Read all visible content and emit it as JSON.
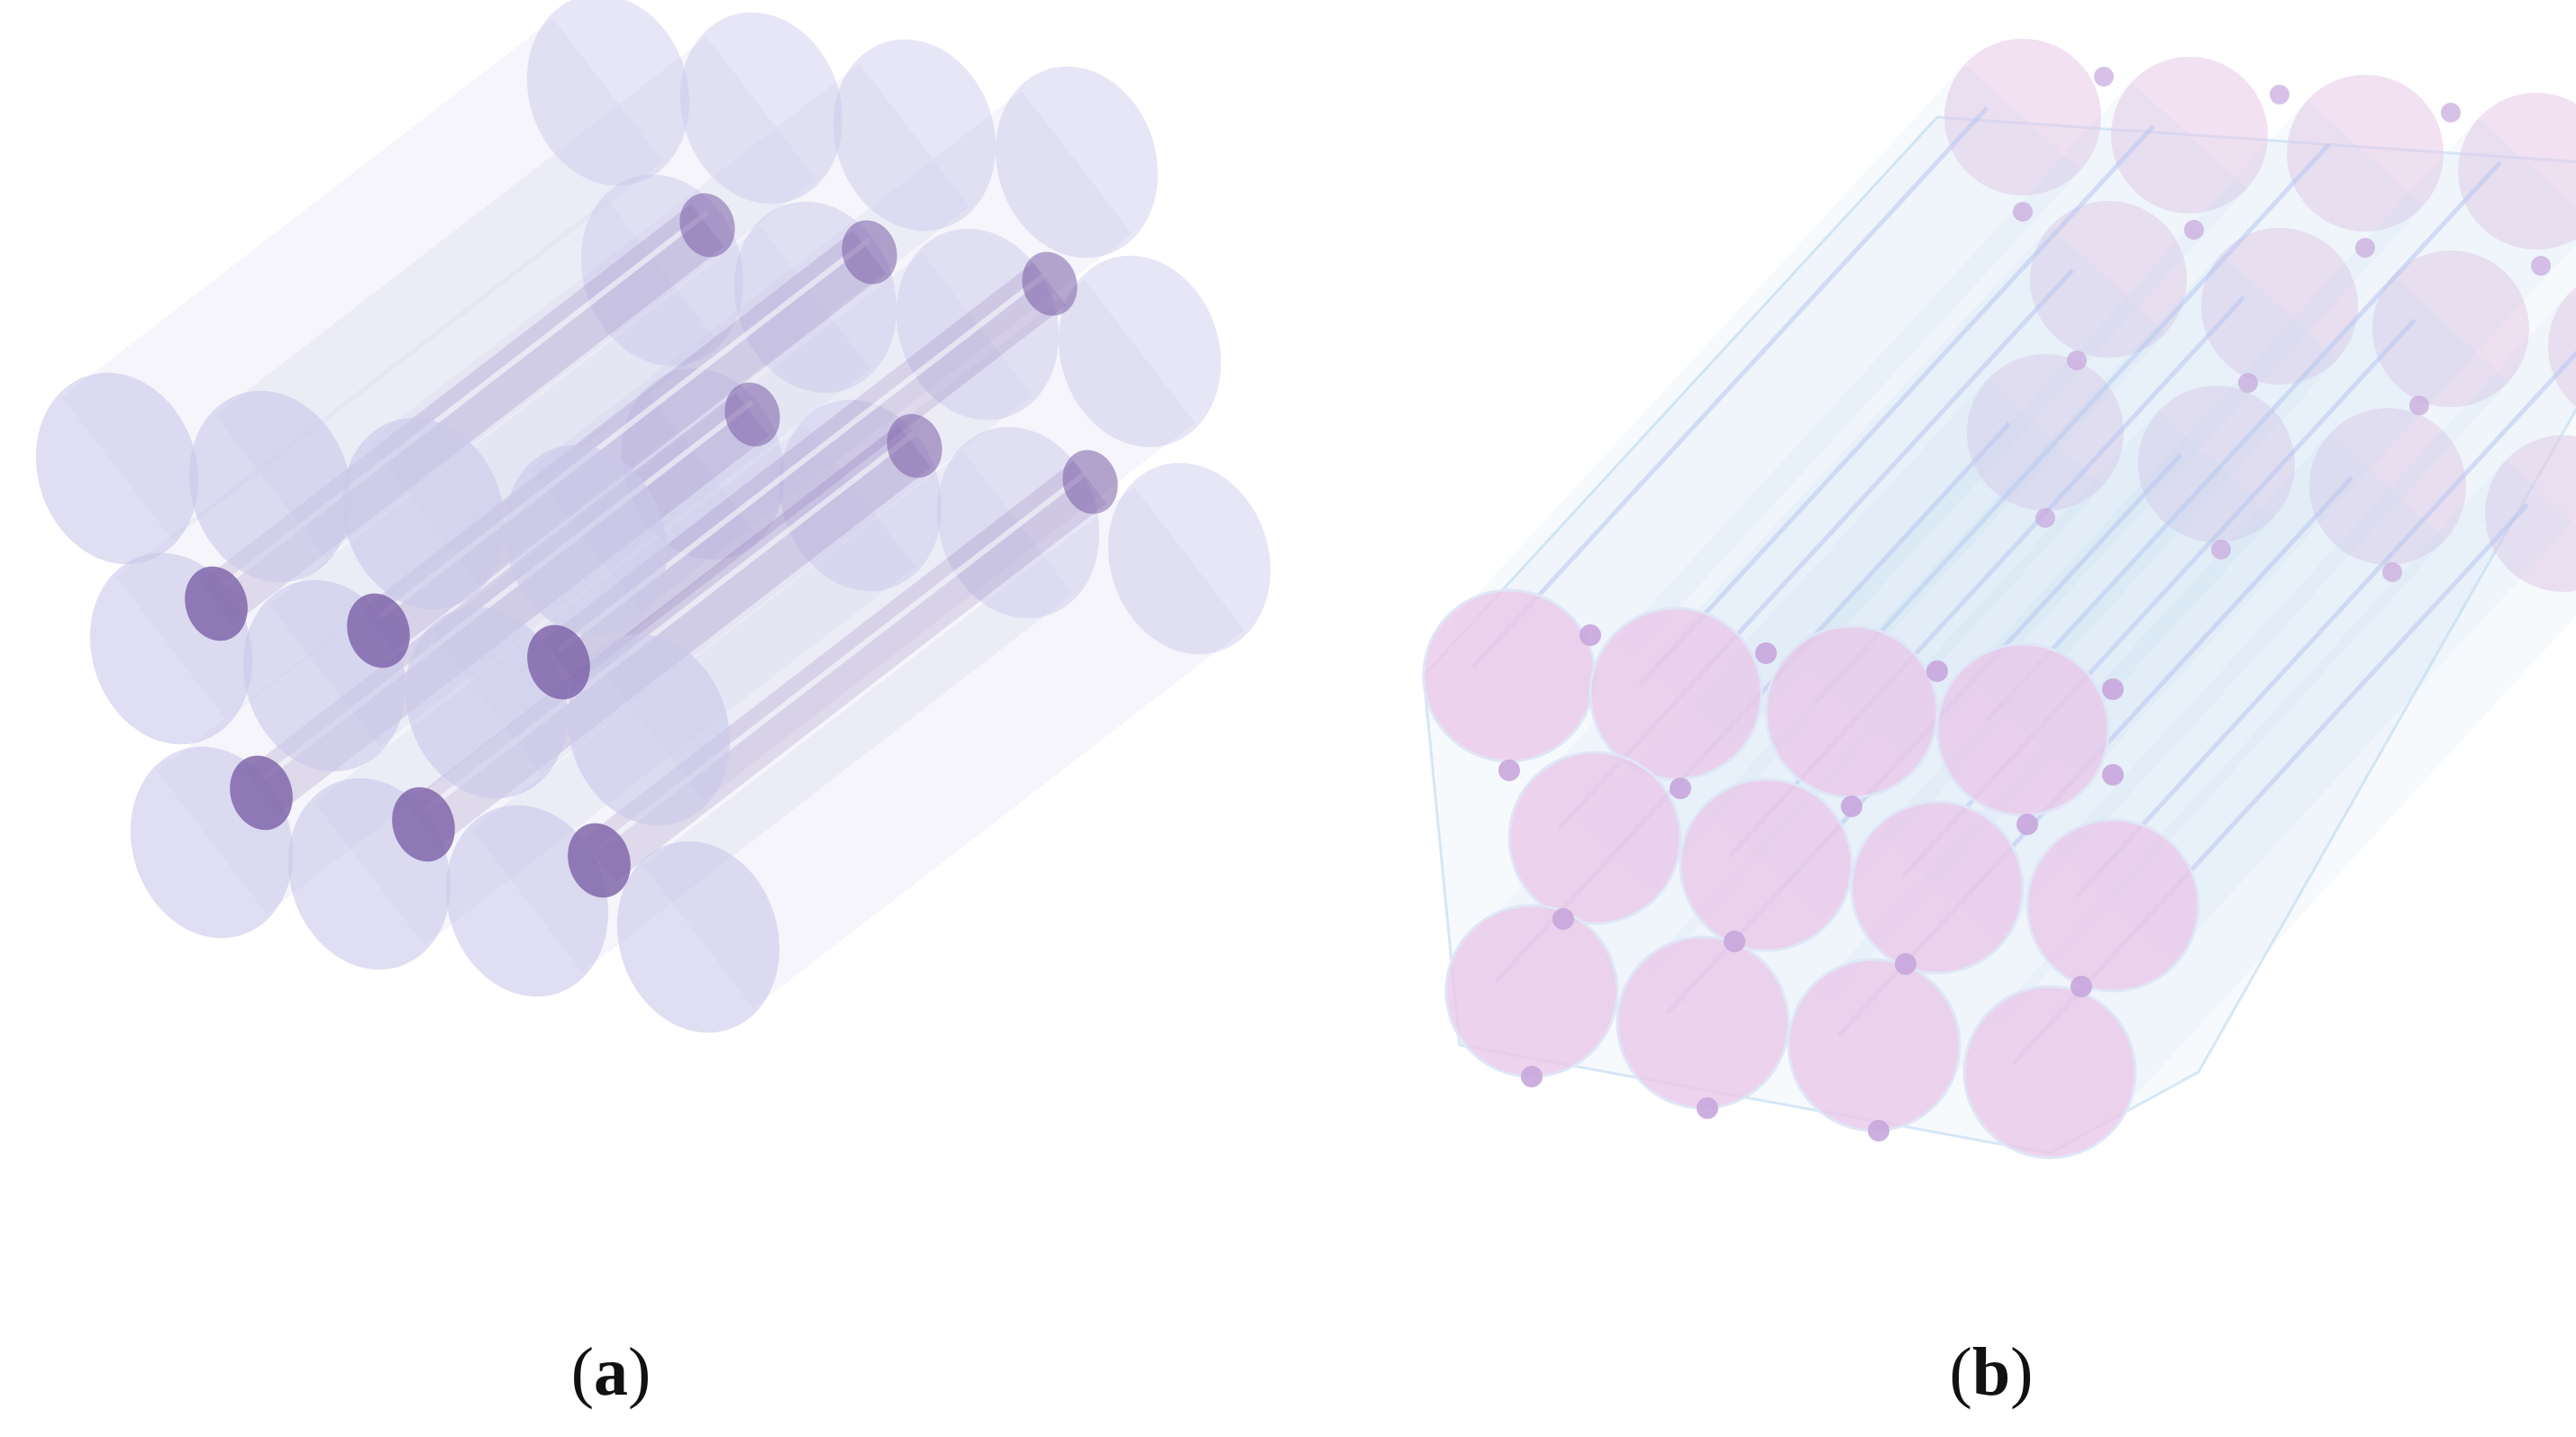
{
  "figure": {
    "panels": [
      {
        "id": "a",
        "label": "a",
        "description_colors": {
          "large_fiber": "#c9c8ea",
          "small_fiber": "#7a5fa6"
        },
        "packing": "square"
      },
      {
        "id": "b",
        "label": "b",
        "description_colors": {
          "large_fiber": "#e8c8e8",
          "small_fiber": "#c8a6dc",
          "bundle_outline": "#bcd8f0"
        },
        "packing": "hexagonal"
      }
    ]
  }
}
